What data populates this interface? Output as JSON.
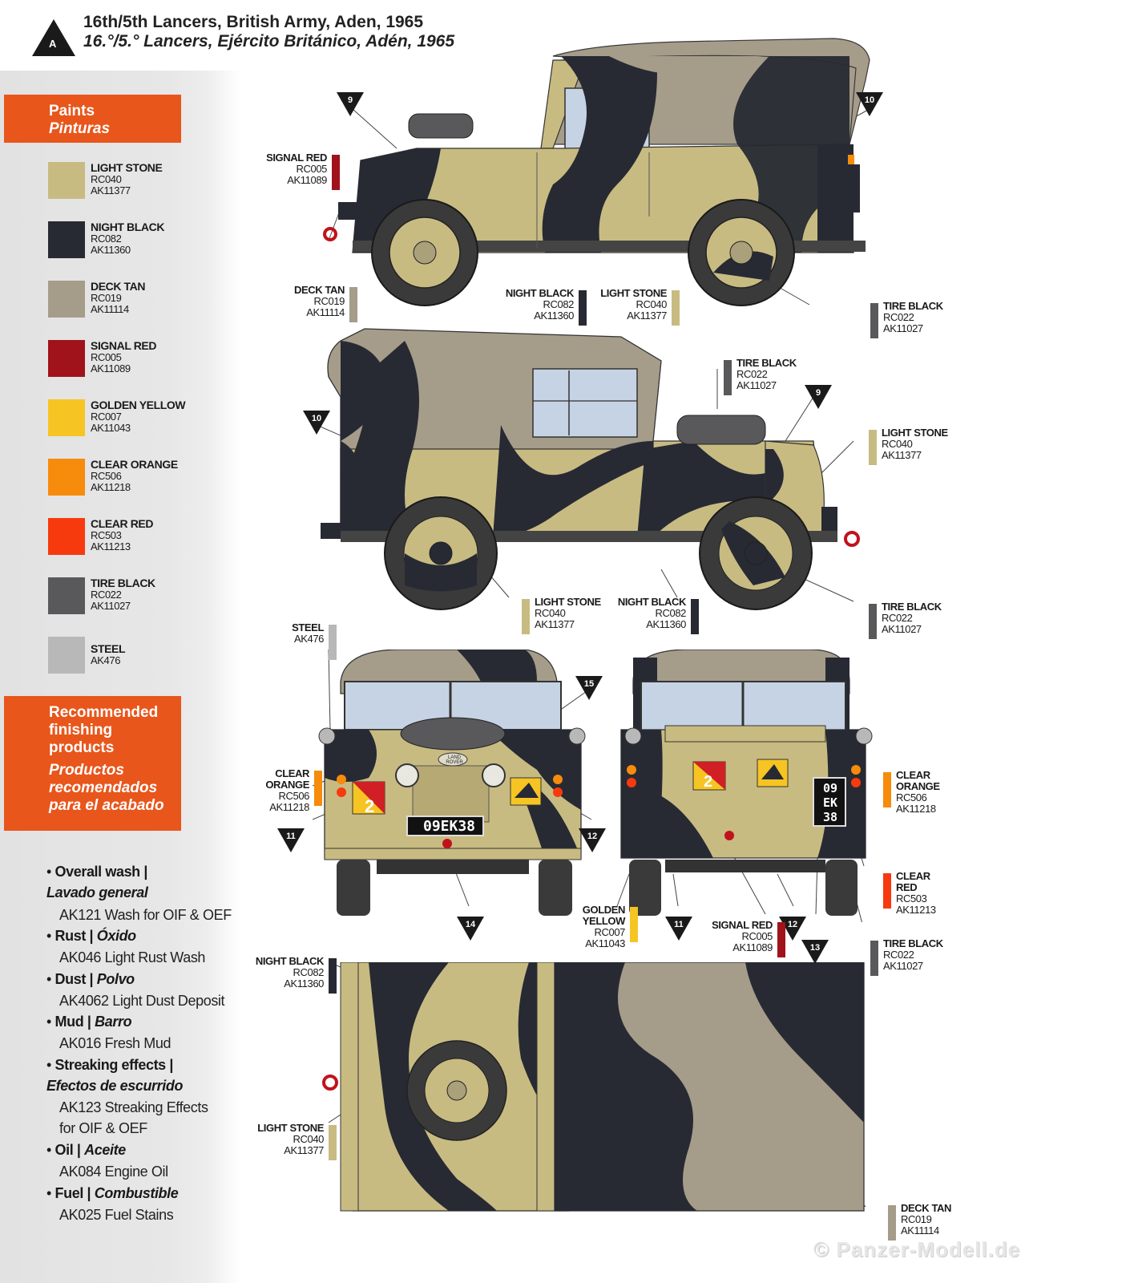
{
  "header": {
    "marker_letter": "A",
    "title_en": "16th/5th Lancers, British Army, Aden, 1965",
    "title_es": "16.°/5.° Lancers, Ejército Británico, Adén, 1965"
  },
  "paints_box": {
    "title_en": "Paints",
    "title_es": "Pinturas"
  },
  "paints": [
    {
      "name": "LIGHT STONE",
      "code1": "RC040",
      "code2": "AK11377",
      "color": "#c8bb82"
    },
    {
      "name": "NIGHT BLACK",
      "code1": "RC082",
      "code2": "AK11360",
      "color": "#272a33"
    },
    {
      "name": "DECK TAN",
      "code1": "RC019",
      "code2": "AK11114",
      "color": "#a59c8a"
    },
    {
      "name": "SIGNAL RED",
      "code1": "RC005",
      "code2": "AK11089",
      "color": "#a0131b"
    },
    {
      "name": "GOLDEN YELLOW",
      "code1": "RC007",
      "code2": "AK11043",
      "color": "#f6c523"
    },
    {
      "name": "CLEAR ORANGE",
      "code1": "RC506",
      "code2": "AK11218",
      "color": "#f78b0c"
    },
    {
      "name": "CLEAR RED",
      "code1": "RC503",
      "code2": "AK11213",
      "color": "#f73a0e"
    },
    {
      "name": "TIRE BLACK",
      "code1": "RC022",
      "code2": "AK11027",
      "color": "#59595b"
    },
    {
      "name": "STEEL",
      "code1": "AK476",
      "code2": "",
      "color": "#b8b8b8"
    }
  ],
  "finishing_box": {
    "title_en_1": "Recommended",
    "title_en_2": "finishing",
    "title_en_3": "products",
    "title_es_1": "Productos",
    "title_es_2": "recomendados",
    "title_es_3": "para el acabado"
  },
  "finishing": [
    {
      "en": "Overall wash |",
      "es": "Lavado general",
      "products": [
        "AK121 Wash for OIF & OEF"
      ]
    },
    {
      "en": "Rust |",
      "es": "Óxido",
      "products": [
        "AK046 Light Rust Wash"
      ]
    },
    {
      "en": "Dust |",
      "es": "Polvo",
      "products": [
        "AK4062 Light Dust Deposit"
      ]
    },
    {
      "en": "Mud |",
      "es": "Barro",
      "products": [
        "AK016 Fresh Mud"
      ]
    },
    {
      "en": "Streaking effects |",
      "es": "Efectos de escurrido",
      "products": [
        "AK123 Streaking Effects",
        "for OIF & OEF"
      ]
    },
    {
      "en": "Oil |",
      "es": "Aceite",
      "products": [
        "AK084 Engine Oil"
      ]
    },
    {
      "en": "Fuel |",
      "es": "Combustible",
      "products": [
        "AK025 Fuel Stains"
      ]
    }
  ],
  "callouts": {
    "side1_signal_red": {
      "n1": "SIGNAL RED",
      "n2": "",
      "c1": "RC005",
      "c2": "AK11089",
      "color": "#a0131b"
    },
    "side1_deck_tan": {
      "n1": "DECK TAN",
      "n2": "",
      "c1": "RC019",
      "c2": "AK11114",
      "color": "#a59c8a"
    },
    "side1_night_black": {
      "n1": "NIGHT BLACK",
      "n2": "",
      "c1": "RC082",
      "c2": "AK11360",
      "color": "#272a33"
    },
    "side1_light_stone": {
      "n1": "LIGHT STONE",
      "n2": "",
      "c1": "RC040",
      "c2": "AK11377",
      "color": "#c8bb82"
    },
    "side1_tire_black": {
      "n1": "TIRE BLACK",
      "n2": "",
      "c1": "RC022",
      "c2": "AK11027",
      "color": "#59595b"
    },
    "side2_tire_black_top": {
      "n1": "TIRE BLACK",
      "n2": "",
      "c1": "RC022",
      "c2": "AK11027",
      "color": "#59595b"
    },
    "side2_light_stone_r": {
      "n1": "LIGHT STONE",
      "n2": "",
      "c1": "RC040",
      "c2": "AK11377",
      "color": "#c8bb82"
    },
    "side2_light_stone_b": {
      "n1": "LIGHT STONE",
      "n2": "",
      "c1": "RC040",
      "c2": "AK11377",
      "color": "#c8bb82"
    },
    "side2_night_black": {
      "n1": "NIGHT BLACK",
      "n2": "",
      "c1": "RC082",
      "c2": "AK11360",
      "color": "#272a33"
    },
    "side2_tire_black_b": {
      "n1": "TIRE BLACK",
      "n2": "",
      "c1": "RC022",
      "c2": "AK11027",
      "color": "#59595b"
    },
    "front_steel": {
      "n1": "STEEL",
      "n2": "",
      "c1": "AK476",
      "c2": "",
      "color": "#b8b8b8"
    },
    "front_clear_orange": {
      "n1": "CLEAR",
      "n2": "ORANGE",
      "c1": "RC506",
      "c2": "AK11218",
      "color": "#f78b0c"
    },
    "front_golden_yellow": {
      "n1": "GOLDEN",
      "n2": "YELLOW",
      "c1": "RC007",
      "c2": "AK11043",
      "color": "#f6c523"
    },
    "rear_signal_red": {
      "n1": "SIGNAL RED",
      "n2": "",
      "c1": "RC005",
      "c2": "AK11089",
      "color": "#a0131b"
    },
    "rear_clear_orange": {
      "n1": "CLEAR",
      "n2": "ORANGE",
      "c1": "RC506",
      "c2": "AK11218",
      "color": "#f78b0c"
    },
    "rear_clear_red": {
      "n1": "CLEAR",
      "n2": "RED",
      "c1": "RC503",
      "c2": "AK11213",
      "color": "#f73a0e"
    },
    "rear_tire_black": {
      "n1": "TIRE BLACK",
      "n2": "",
      "c1": "RC022",
      "c2": "AK11027",
      "color": "#59595b"
    },
    "top_night_black": {
      "n1": "NIGHT BLACK",
      "n2": "",
      "c1": "RC082",
      "c2": "AK11360",
      "color": "#272a33"
    },
    "top_light_stone": {
      "n1": "LIGHT STONE",
      "n2": "",
      "c1": "RC040",
      "c2": "AK11377",
      "color": "#c8bb82"
    },
    "top_deck_tan": {
      "n1": "DECK TAN",
      "n2": "",
      "c1": "RC019",
      "c2": "AK11114",
      "color": "#a59c8a"
    }
  },
  "markers": {
    "m9a": "9",
    "m10a": "10",
    "m9b": "9",
    "m10b": "10",
    "m15": "15",
    "m11a": "11",
    "m12a": "12",
    "m14": "14",
    "m11b": "11",
    "m12b": "12",
    "m13": "13"
  },
  "vehicle": {
    "front_plate": "09EK38",
    "rear_plate_1": "09",
    "rear_plate_2": "EK",
    "rear_plate_3": "38",
    "unit_sign": "2",
    "badge_1": "LAND",
    "badge_2": "ROVER"
  },
  "watermark": "© Panzer-Modell.de"
}
